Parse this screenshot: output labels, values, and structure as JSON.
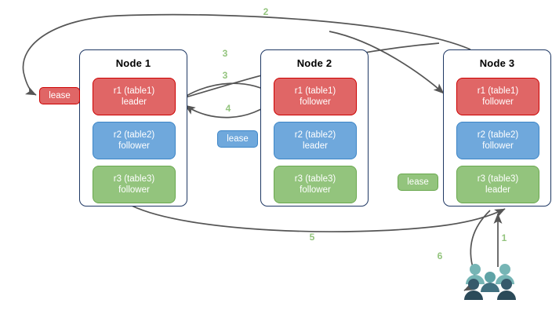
{
  "diagram": {
    "title": "Distributed database lease / raft replica diagram",
    "colors": {
      "red_fill": "#e06666",
      "red_border": "#cc0000",
      "blue_fill": "#6fa8dc",
      "blue_border": "#3d85c6",
      "green_fill": "#93c47d",
      "green_border": "#6aa84f",
      "node_border": "#1f3864",
      "arrow": "#555555",
      "step_label": "#93c47d",
      "users_back": "#76b5b5",
      "users_front": "#36596b"
    }
  },
  "nodes": [
    {
      "title": "Node 1",
      "replicas": [
        {
          "name": "r1 (table1)",
          "role": "leader",
          "color": "red"
        },
        {
          "name": "r2 (table2)",
          "role": "follower",
          "color": "blue"
        },
        {
          "name": "r3 (table3)",
          "role": "follower",
          "color": "green"
        }
      ]
    },
    {
      "title": "Node 2",
      "replicas": [
        {
          "name": "r1 (table1)",
          "role": "follower",
          "color": "red"
        },
        {
          "name": "r2 (table2)",
          "role": "leader",
          "color": "blue"
        },
        {
          "name": "r3 (table3)",
          "role": "follower",
          "color": "green"
        }
      ]
    },
    {
      "title": "Node 3",
      "replicas": [
        {
          "name": "r1 (table1)",
          "role": "follower",
          "color": "red"
        },
        {
          "name": "r2 (table2)",
          "role": "follower",
          "color": "blue"
        },
        {
          "name": "r3 (table3)",
          "role": "leader",
          "color": "green"
        }
      ]
    }
  ],
  "leases": [
    {
      "label": "lease",
      "color": "red"
    },
    {
      "label": "lease",
      "color": "blue"
    },
    {
      "label": "lease",
      "color": "green"
    }
  ],
  "steps": [
    {
      "label": "1"
    },
    {
      "label": "2"
    },
    {
      "label": "3"
    },
    {
      "label": "3"
    },
    {
      "label": "4"
    },
    {
      "label": "5"
    },
    {
      "label": "6"
    }
  ],
  "actors": {
    "users_icon": "users-group-icon"
  }
}
